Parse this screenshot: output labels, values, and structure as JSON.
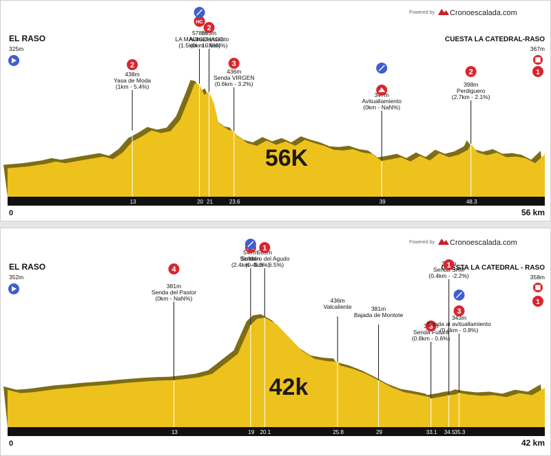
{
  "brand": {
    "powered_by": "Powered by",
    "name": "Cronoescalada.com"
  },
  "colors": {
    "fill": "#eec21d",
    "fill_light": "#f4d23a",
    "shadow": "#7d6d16",
    "bar": "#111111",
    "cat_red": "#d8262e",
    "blue": "#3f5fd0"
  },
  "chart_data": [
    {
      "type": "area",
      "title": "56K",
      "start": {
        "name": "EL RASO",
        "elevation": "325m",
        "km_label": "0"
      },
      "finish": {
        "name": "CUESTA LA CATEDRAL-RASO",
        "elevation": "367m",
        "km_label": "56 km"
      },
      "x_max": 56,
      "y_range": [
        240,
        620
      ],
      "profile": {
        "x": [
          0,
          2,
          4,
          5,
          6,
          8,
          10,
          11,
          12,
          13,
          14,
          15,
          16,
          17,
          18,
          19,
          19.5,
          20,
          20.5,
          21,
          21.5,
          22,
          23,
          23.6,
          24,
          25,
          26,
          27,
          28,
          29,
          30,
          31,
          32,
          33,
          34,
          35,
          36,
          37,
          38,
          39,
          40,
          41,
          42,
          43,
          44,
          45,
          46,
          47,
          48,
          48.3,
          49,
          50,
          51,
          52,
          53,
          54,
          55,
          56
        ],
        "y": [
          325,
          330,
          338,
          345,
          340,
          350,
          360,
          352,
          372,
          405,
          420,
          438,
          430,
          436,
          470,
          540,
          578,
          575,
          545,
          553,
          520,
          460,
          440,
          436,
          420,
          400,
          392,
          408,
          395,
          405,
          392,
          410,
          400,
          392,
          380,
          378,
          382,
          372,
          368,
          347,
          352,
          358,
          345,
          362,
          348,
          370,
          358,
          365,
          380,
          398,
          372,
          364,
          372,
          358,
          360,
          355,
          340,
          367
        ]
      },
      "markers": [
        {
          "km": 13,
          "label": "13",
          "elevation": "438m",
          "name": "Yasa de Moda",
          "detail": "(1km - 5.4%)",
          "category": "2"
        },
        {
          "km": 20,
          "label": "20",
          "elevation": "578m",
          "name": "LA MACHICHACO",
          "detail": "(1.5km - 10.6%)",
          "category": "HC"
        },
        {
          "km": 21,
          "label": "21",
          "elevation": "553m",
          "name": "Avituallamiento",
          "detail": "(0km - NaN%)",
          "category": "2",
          "feed": true
        },
        {
          "km": 23.6,
          "label": "23.6",
          "elevation": "436m",
          "name": "Senda VIRGEN",
          "detail": "(0.6km - 3.2%)",
          "category": "3"
        },
        {
          "km": 39,
          "label": "39",
          "elevation": "347m",
          "name": "Avituallamiento",
          "detail": "(0km - NaN%)",
          "category": "feed",
          "feed": true
        },
        {
          "km": 48.3,
          "label": "48.3",
          "elevation": "398m",
          "name": "Perdiguero",
          "detail": "(2.7km - 2.1%)",
          "category": "2"
        }
      ],
      "finish_category": "1"
    },
    {
      "type": "area",
      "title": "42k",
      "start": {
        "name": "EL RASO",
        "elevation": "352m",
        "km_label": "0"
      },
      "finish": {
        "name": "CUESTA LA CATEDRAL - RASO",
        "elevation": "358m",
        "km_label": "42 km"
      },
      "x_max": 42,
      "y_range": [
        240,
        620
      ],
      "profile": {
        "x": [
          0,
          1,
          2,
          3,
          4,
          5,
          6,
          7,
          8,
          9,
          10,
          11,
          12,
          13,
          14,
          15,
          16,
          17,
          18,
          19,
          19.5,
          20.1,
          21,
          22,
          23,
          24,
          25,
          25.8,
          26,
          27,
          28,
          29,
          30,
          31,
          32,
          33,
          33.1,
          34,
          34.5,
          35,
          35.3,
          36,
          37,
          38,
          39,
          40,
          41,
          42
        ],
        "y": [
          352,
          342,
          345,
          350,
          355,
          358,
          362,
          365,
          368,
          372,
          375,
          378,
          380,
          381,
          385,
          390,
          400,
          430,
          460,
          547,
          565,
          569,
          550,
          510,
          470,
          445,
          438,
          436,
          425,
          415,
          400,
          381,
          360,
          345,
          338,
          330,
          326,
          332,
          336,
          338,
          343,
          338,
          334,
          336,
          330,
          342,
          336,
          358
        ]
      },
      "markers": [
        {
          "km": 13,
          "label": "13",
          "elevation": "381m",
          "name": "Senda del Pastor",
          "detail": "(0km - NaN%)",
          "category": "4"
        },
        {
          "km": 19,
          "label": "19",
          "elevation": "547m",
          "name": "Softklin",
          "detail": "(2.4km - 5.3%)",
          "category": "HC",
          "feed": true
        },
        {
          "km": 20.1,
          "label": "20.1",
          "elevation": "569m",
          "name": "Sendero del Agudo",
          "detail": "(0.4km - 6.5%)",
          "category": "1"
        },
        {
          "km": 25.8,
          "label": "25.8",
          "elevation": "436m",
          "name": "Valcaliente",
          "detail": "",
          "category": ""
        },
        {
          "km": 29,
          "label": "29",
          "elevation": "381m",
          "name": "Bajada de Montote",
          "detail": "",
          "category": ""
        },
        {
          "km": 33.1,
          "label": "33.1",
          "elevation": "326m",
          "name": "Senda Futura",
          "detail": "(0.8km - 0.6%)",
          "category": "3"
        },
        {
          "km": 34.5,
          "label": "34.5",
          "elevation": "336m",
          "name": "Senda SAM",
          "detail": "(0.4km - -2.2%)",
          "category": "1"
        },
        {
          "km": 35.3,
          "label": "35.3",
          "elevation": "343m",
          "name": "Senda al avituallamiento",
          "detail": "(0.4km - 0.8%)",
          "category": "3",
          "feed": true
        }
      ],
      "finish_category": "1"
    }
  ]
}
